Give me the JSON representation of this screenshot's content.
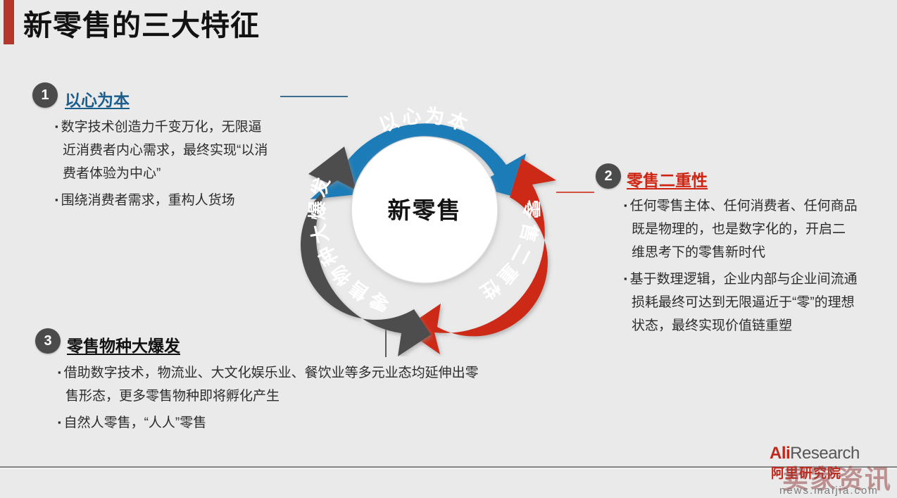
{
  "slide": {
    "title": "新零售的三大特征",
    "accent_color": "#b5372b",
    "background_color": "#eaeaea"
  },
  "diagram": {
    "center_label": "新零售",
    "segments": [
      {
        "id": "blue",
        "number": "1",
        "label": "以心为本",
        "color": "#1a7cb8"
      },
      {
        "id": "red",
        "number": "2",
        "label": "零售二重性",
        "color": "#cc2a18"
      },
      {
        "id": "gray",
        "number": "3",
        "label": "零售物种大爆发",
        "color": "#4e4e4e"
      }
    ]
  },
  "sections": [
    {
      "number": "1",
      "heading": "以心为本",
      "heading_color": "#1b5e8e",
      "bullets": [
        "数字技术创造力千变万化，无限逼近消费者内心需求，最终实现“以消费者体验为中心”",
        "围绕消费者需求，重构人货场"
      ]
    },
    {
      "number": "2",
      "heading": "零售二重性",
      "heading_color": "#cf2412",
      "bullets": [
        "任何零售主体、任何消费者、任何商品既是物理的，也是数字化的，开启二维思考下的零售新时代",
        "基于数理逻辑，企业内部与企业间流通损耗最终可达到无限逼近于“零”的理想状态，最终实现价值链重塑"
      ]
    },
    {
      "number": "3",
      "heading": "零售物种大爆发",
      "heading_color": "#111111",
      "bullets": [
        "借助数字技术，物流业、大文化娱乐业、餐饮业等多元业态均延伸出零售形态，更多零售物种即将孵化产生",
        "自然人零售，“人人”零售"
      ]
    }
  ],
  "footer": {
    "brand_ali": "Ali",
    "brand_research": "Research",
    "brand_cn": "阿里研究院",
    "watermark_cn": "卖家资讯",
    "watermark_url": "news.maijia.com"
  }
}
